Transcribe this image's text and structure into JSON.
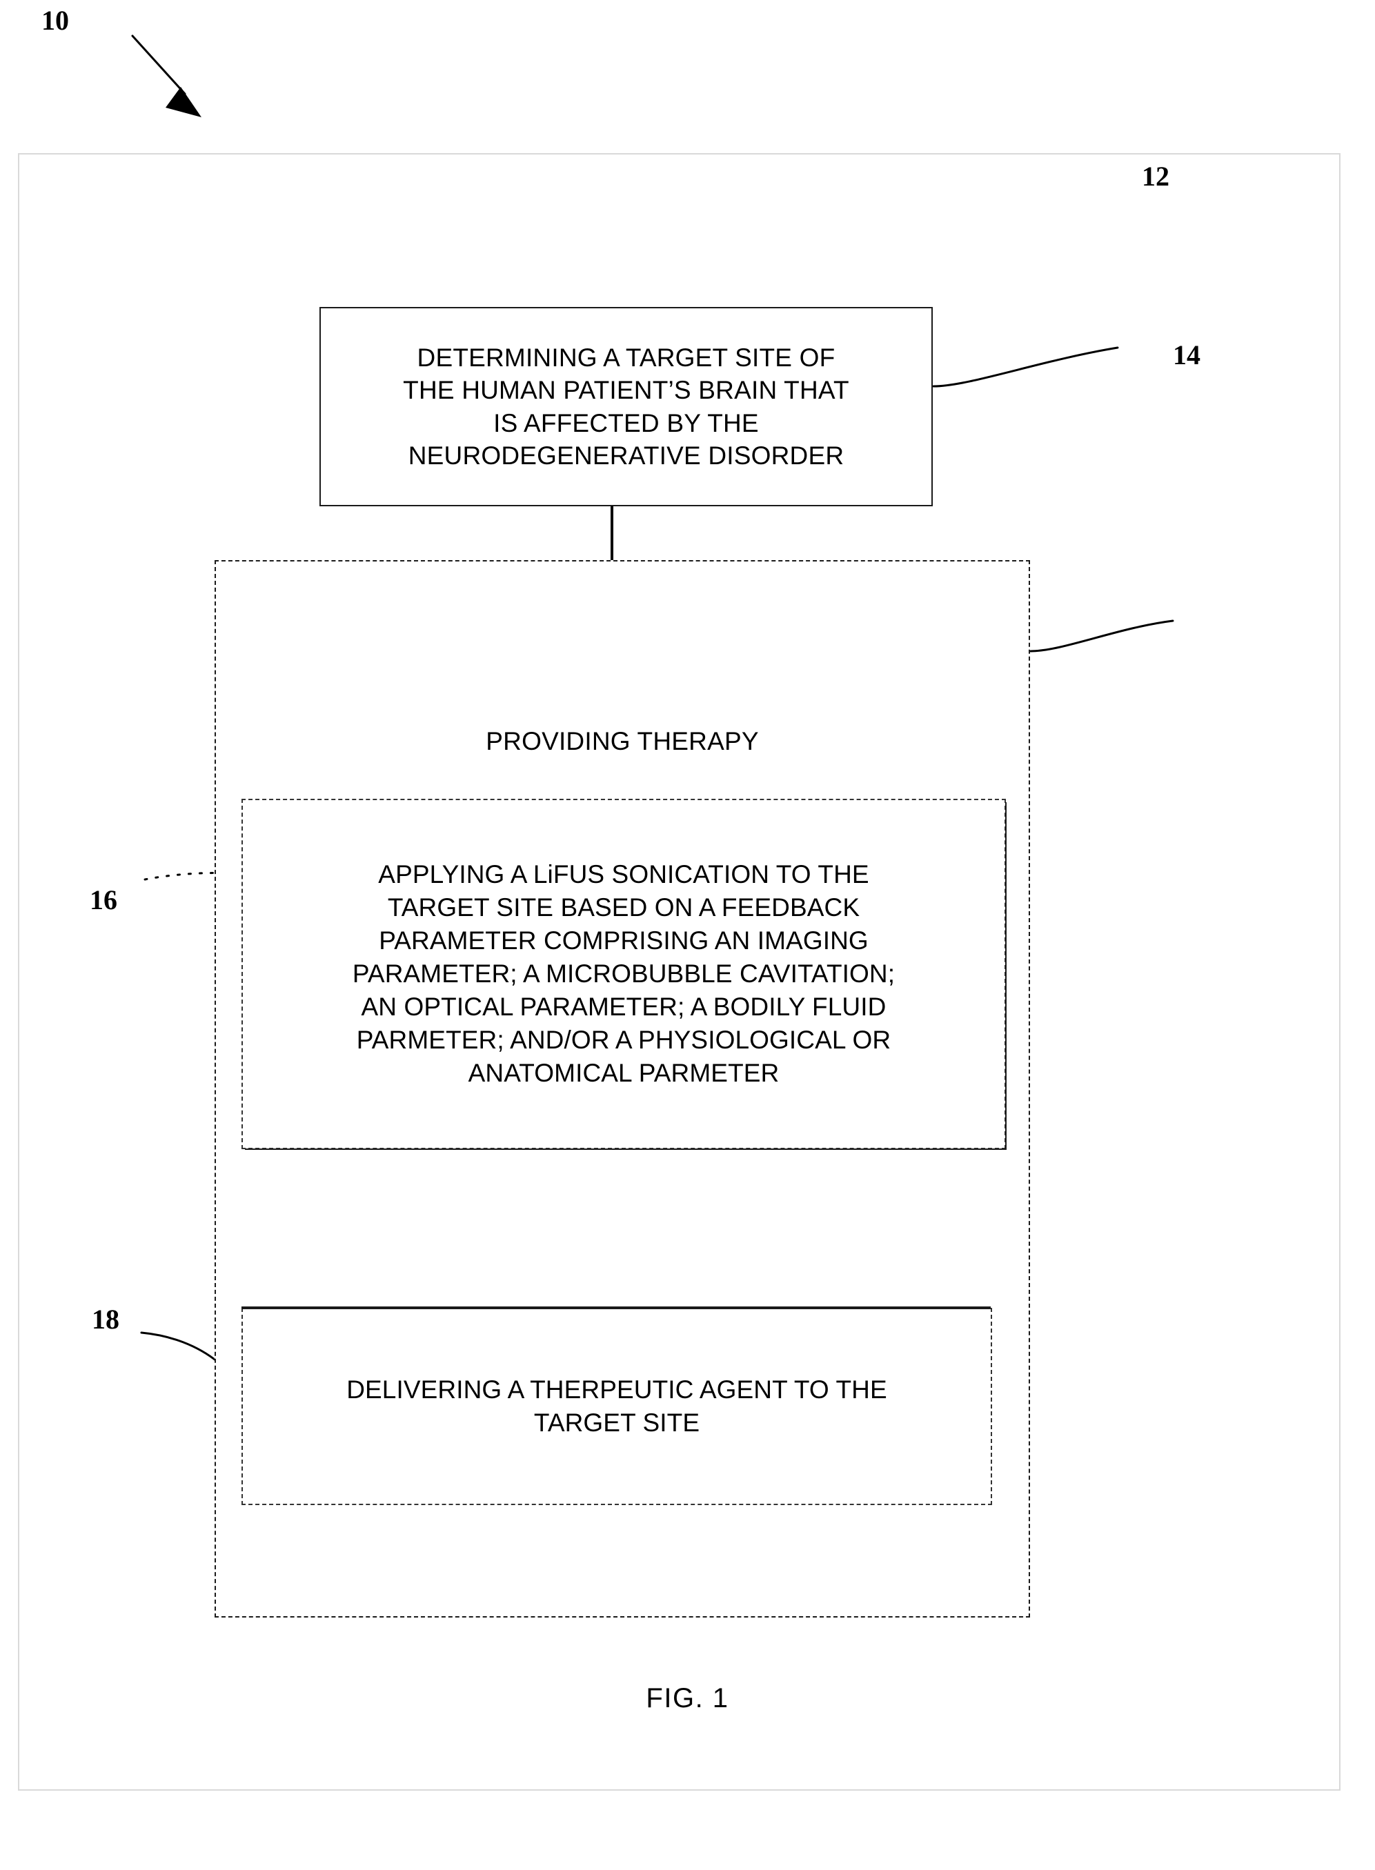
{
  "figure": {
    "caption": "FIG. 1",
    "system_numeral": "10"
  },
  "nodes": [
    {
      "id": "determining",
      "numeral": "12",
      "border_style": "solid",
      "text": "DETERMINING A TARGET SITE OF\nTHE HUMAN PATIENT’S BRAIN THAT\nIS AFFECTED BY THE\nNEURODEGENERATIVE DISORDER"
    },
    {
      "id": "providing",
      "numeral": "14",
      "border_style": "dashed",
      "text": "PROVIDING THERAPY"
    },
    {
      "id": "applying",
      "numeral": "16",
      "border_style": "dashed",
      "text": "APPLYING A LiFUS SONICATION TO THE\nTARGET SITE BASED ON A FEEDBACK\nPARAMETER COMPRISING AN IMAGING\nPARAMETER; A MICROBUBBLE CAVITATION;\nAN OPTICAL PARAMETER; A BODILY FLUID\nPARMETER; AND/OR A PHYSIOLOGICAL OR\nANATOMICAL PARMETER"
    },
    {
      "id": "delivering",
      "numeral": "18",
      "border_style": "dashed",
      "text": "DELIVERING A THERPEUTIC AGENT TO THE\nTARGET SITE"
    }
  ],
  "colors": {
    "ink": "#000000",
    "box_stroke": "#1a1a1a",
    "frame_stroke": "#d9d9d9",
    "background": "#ffffff"
  }
}
